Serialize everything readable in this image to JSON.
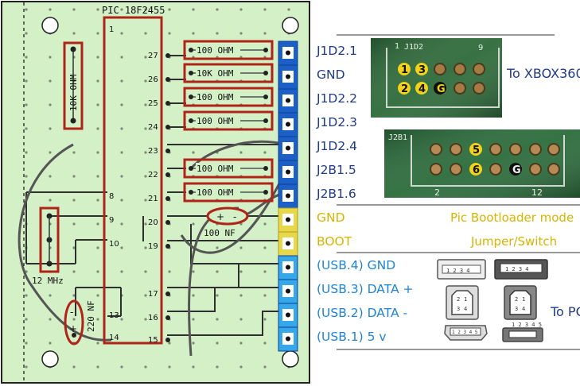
{
  "board": {
    "chip_label": "PIC 18F2455",
    "pins_left": [
      "1",
      "8",
      "9",
      "10",
      "13",
      "14"
    ],
    "pins_right": [
      "27",
      "26",
      "25",
      "24",
      "23",
      "22",
      "21",
      "20",
      "19",
      "17",
      "16",
      "15"
    ],
    "resistors": [
      "100 OHM",
      "10K OHM",
      "100 OHM",
      "100 OHM",
      "100 OHM",
      "100 OHM"
    ],
    "pullup_label": "10K OHM",
    "crystal_label": "12 MHz",
    "cap_bottom_label": "220 NF",
    "cap_top_label": "100 NF",
    "cap_polarity": [
      "+",
      "-"
    ],
    "colors": {
      "board": "#d4f0c6",
      "red": "#b02318",
      "blue": "#1c5fc6",
      "yellow": "#e6d84a",
      "lightblue": "#36a7e8"
    }
  },
  "header_labels": [
    {
      "text": "J1D2.1",
      "color": "#1f3a8a"
    },
    {
      "text": "GND",
      "color": "#1f3a8a"
    },
    {
      "text": "J1D2.2",
      "color": "#1f3a8a"
    },
    {
      "text": "J1D2.3",
      "color": "#1f3a8a"
    },
    {
      "text": "J1D2.4",
      "color": "#1f3a8a"
    },
    {
      "text": "J2B1.5",
      "color": "#1f3a8a"
    },
    {
      "text": "J2B1.6",
      "color": "#1f3a8a"
    },
    {
      "text": "GND",
      "color": "#d8b400"
    },
    {
      "text": "BOOT",
      "color": "#d8b400"
    },
    {
      "text": "(USB.4) GND",
      "color": "#1e84d6"
    },
    {
      "text": "(USB.3) DATA +",
      "color": "#1e84d6"
    },
    {
      "text": "(USB.2) DATA -",
      "color": "#1e84d6"
    },
    {
      "text": "(USB.1) 5 v",
      "color": "#1e84d6"
    }
  ],
  "xbox_label": "To XBOX360",
  "pc_label": "To PC",
  "bootloader_label": "Pic Bootloader mode",
  "jumper_label": "Jumper/Switch",
  "j1d2": {
    "title": "J1D2",
    "nums": [
      "1",
      "3",
      "2",
      "4",
      "G"
    ],
    "silk": [
      "1",
      "9"
    ]
  },
  "j2b1": {
    "title": "J2B1",
    "nums": [
      "5",
      "6",
      "G"
    ],
    "silk": [
      "2",
      "12"
    ]
  },
  "usb_pins": {
    "a_top": "1 2 3 4",
    "a_bottom": "1 2 3 4",
    "b_left": [
      "2",
      "1",
      "3",
      "4"
    ],
    "b_right": [
      "2",
      "1",
      "3",
      "4"
    ],
    "mini_left": "1 2 3 4 5",
    "mini_right": "1 2 3 4 5"
  }
}
